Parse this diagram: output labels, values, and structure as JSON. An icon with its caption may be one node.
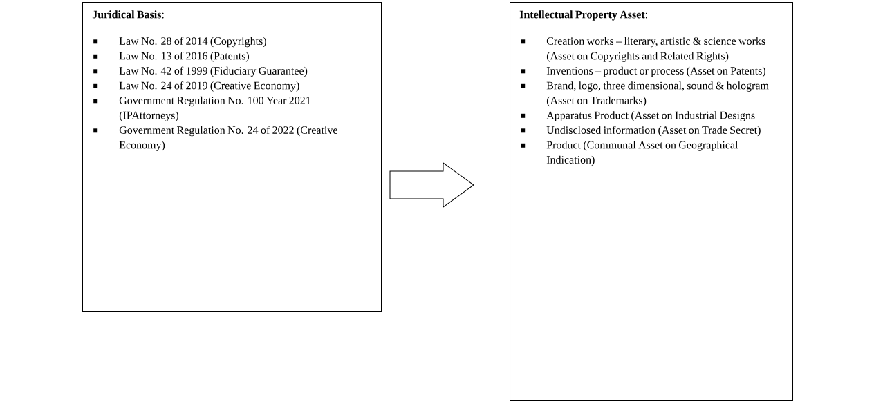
{
  "diagram": {
    "nodes": [
      {
        "text": [
          "**Juridical Basis**:",
          "Law No. 28 of 2014 (Copyrights)",
          "Law No. 13 of 2016 (Patents)",
          "Law No. 42 of 1999 (Fiduciary Guarantee)",
          "Law No. 24 of 2019 (Creative Economy)",
          "Government Regulation No. 100 Year 2021 (IPAttorneys)",
          "Government Regulation No. 24 of 2022 (Creative Economy)"
        ]
      },
      {
        "text": [
          "**Intellectual Property Asset**:",
          "Creation works – literary, artistic & science works (Asset on Copyrights and Related Rights)",
          "Inventions – product or process (Asset on Patents)",
          "Brand, logo, three dimensional, sound & hologram (Asset on Trademarks)",
          "Apparatus Product (Asset on Industrial Designs",
          "Undisclosed information (Asset on Trade Secret)",
          "Product (Communal Asset on Geographical Indication)"
        ]
      }
    ],
    "edges": [
      {
        "from": 0,
        "to": 1,
        "arrow": "to"
      }
    ]
  }
}
